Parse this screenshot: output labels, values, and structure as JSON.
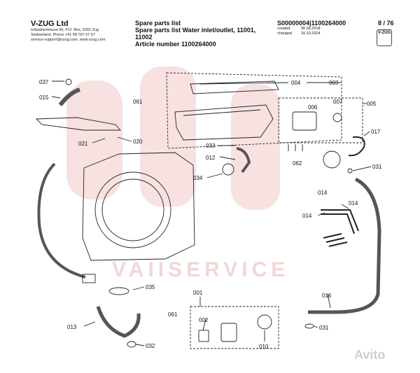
{
  "header": {
    "company_name": "V-ZUG Ltd",
    "address_1": "Industriestrasse 66, P.O. Box, 6302 Zug",
    "address_2": "Switzerland, Phone +41 58 767 67 67",
    "address_3": "service-support@vzug.com, www.vzug.com",
    "title_1": "Spare parts list",
    "title_2": "Spare parts list Water inlet/outlet, 11001,",
    "title_3": "11002",
    "article": "Article number 1100264000",
    "doc_number": "S00000004|1100264000",
    "created_label": "created",
    "created_date": "06.06.2018",
    "changed_label": "changed",
    "changed_date": "16.10.2024",
    "page": "8 / 76",
    "logo_text": "V-ZUG"
  },
  "labels": {
    "p001": "001",
    "p002": "002",
    "p003": "003",
    "p004": "004",
    "p005": "005",
    "p006": "006",
    "p007": "007",
    "p010": "010",
    "p012": "012",
    "p013": "013",
    "p014a": "014",
    "p014b": "014",
    "p014c": "014",
    "p015": "015",
    "p016": "016",
    "p017": "017",
    "p020": "020",
    "p021": "021",
    "p031a": "031",
    "p031b": "031",
    "p032": "032",
    "p033": "033",
    "p034": "034",
    "p035": "035",
    "p037": "037",
    "p061a": "061",
    "p061b": "061",
    "p062": "062"
  },
  "watermark": "VAIISERVICE",
  "avito": "Avito",
  "colors": {
    "watermark": "#e8b5b5",
    "line": "#222222"
  }
}
